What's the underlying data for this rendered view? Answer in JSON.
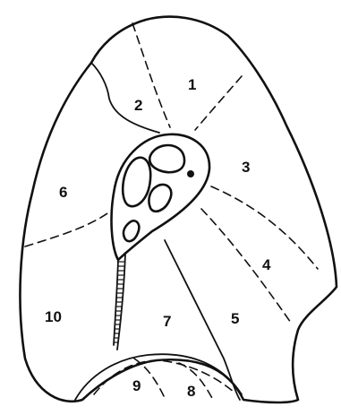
{
  "diagram": {
    "segments": [
      {
        "id": "1",
        "label": "1"
      },
      {
        "id": "2",
        "label": "2"
      },
      {
        "id": "3",
        "label": "3"
      },
      {
        "id": "4",
        "label": "4"
      },
      {
        "id": "5",
        "label": "5"
      },
      {
        "id": "6",
        "label": "6"
      },
      {
        "id": "7",
        "label": "7"
      },
      {
        "id": "8",
        "label": "8"
      },
      {
        "id": "9",
        "label": "9"
      },
      {
        "id": "10",
        "label": "10"
      }
    ]
  }
}
